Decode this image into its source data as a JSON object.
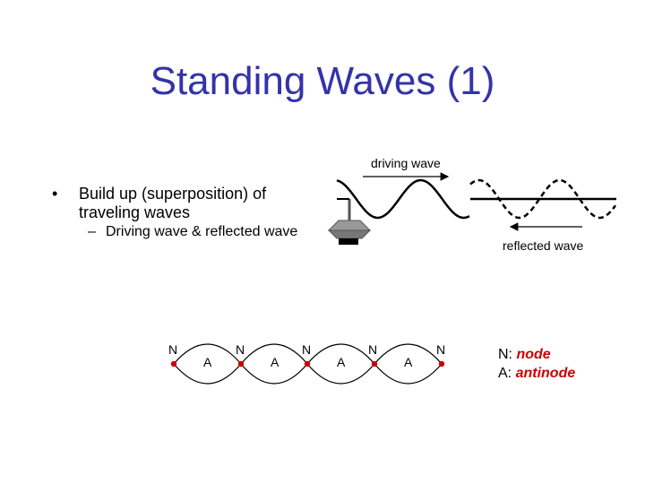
{
  "slide": {
    "title": "Standing Waves (1)",
    "bullet_main": "Build up (superposition) of traveling waves",
    "bullet_sub": "Driving wave & reflected wave"
  },
  "wave_diagram": {
    "driving_label": "driving wave",
    "reflected_label": "reflected wave"
  },
  "standing_wave": {
    "node_labels": [
      "N",
      "N",
      "N",
      "N",
      "N"
    ],
    "antinode_labels": [
      "A",
      "A",
      "A",
      "A"
    ],
    "node_color": "#cc0000"
  },
  "legend": {
    "node_key": "N:",
    "node_term": "node",
    "antinode_key": "A:",
    "antinode_term": "antinode"
  }
}
